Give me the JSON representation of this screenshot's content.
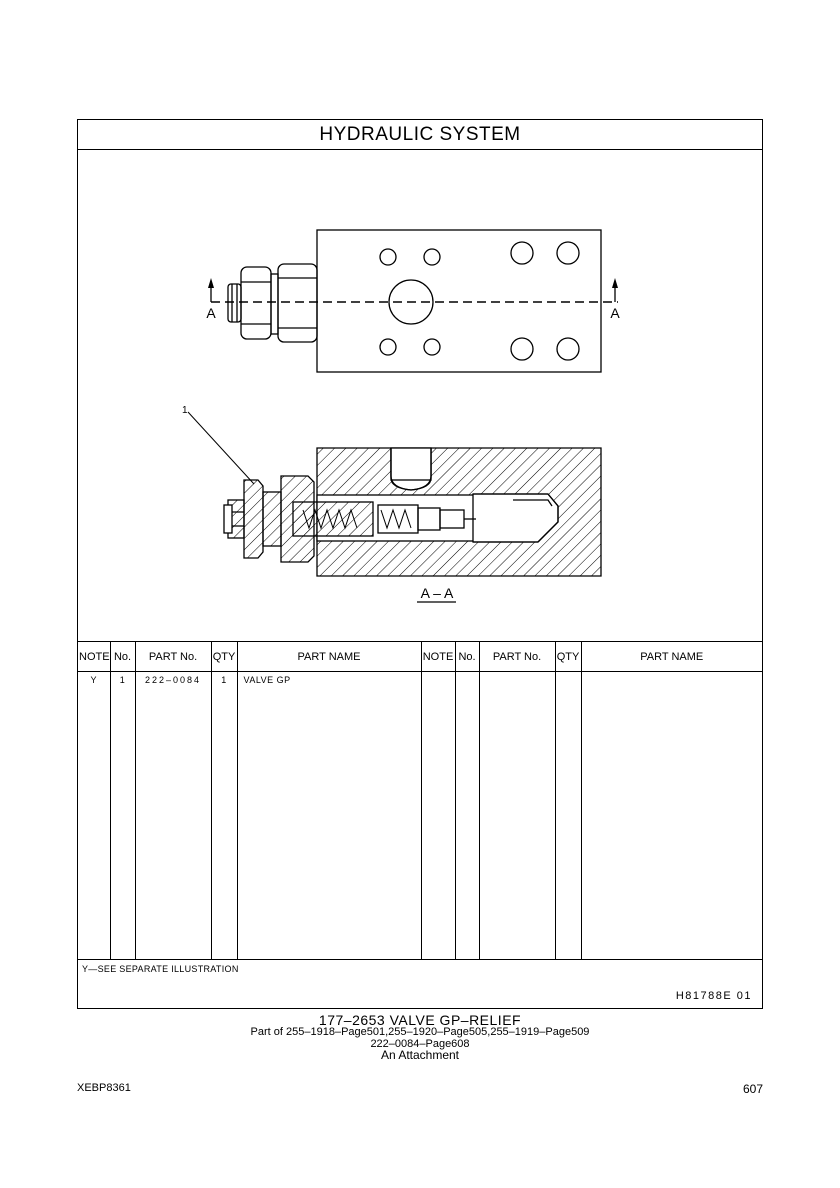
{
  "header": {
    "title": "HYDRAULIC  SYSTEM"
  },
  "drawing": {
    "section_marker": "A",
    "section_label": "A – A",
    "callout": "1"
  },
  "table": {
    "headers": [
      "NOTE",
      "No.",
      "PART No.",
      "QTY",
      "PART NAME",
      "NOTE",
      "No.",
      "PART No.",
      "QTY",
      "PART NAME"
    ],
    "rows": [
      {
        "note": "Y",
        "no": "1",
        "part_no": "222–0084",
        "qty": "1",
        "part_name": "VALVE  GP"
      }
    ]
  },
  "footer": {
    "legend": "Y—SEE  SEPARATE  ILLUSTRATION",
    "illustration_id": "H81788E   01"
  },
  "caption": {
    "line1": "177–2653  VALVE  GP–RELIEF",
    "line2": "Part of 255–1918–Page501,255–1920–Page505,255–1919–Page509",
    "line3": "222–0084–Page608",
    "line4": "An Attachment"
  },
  "page": {
    "doc_id": "XEBP8361",
    "number": "607"
  }
}
